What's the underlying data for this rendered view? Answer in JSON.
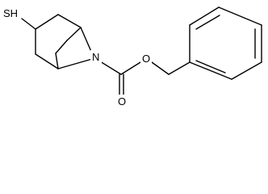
{
  "molecule": {
    "atoms": {
      "thiol": "SH",
      "ring_nitrogen": "N",
      "ester_oxygen": "O",
      "carbonyl_oxygen": "O"
    },
    "colors": {
      "bond": "#000000",
      "label": "#000000",
      "background": "#ffffff"
    }
  }
}
